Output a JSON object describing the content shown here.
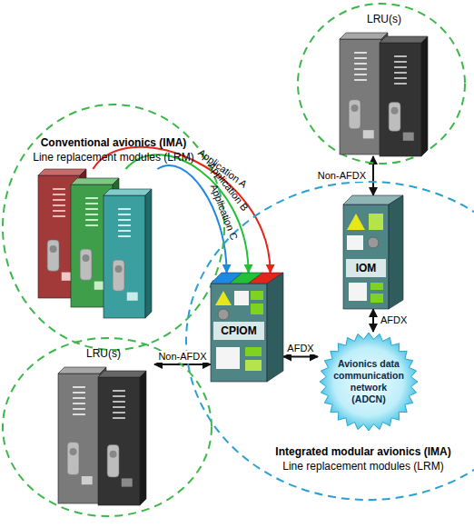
{
  "diagram": {
    "nodes": [
      {
        "text": [
          "LRU(s)"
        ]
      },
      {
        "text": [
          "Conventional avionics (IMA)",
          "Line replacement modules (LRM)"
        ]
      },
      {
        "text": [
          "Integrated modular avionics (IMA)",
          "Line replacement modules (LRM)"
        ]
      },
      {
        "text": [
          "IOM"
        ],
        "in": 2
      },
      {
        "text": [
          "CPIOM"
        ],
        "in": 2
      },
      {
        "text": [
          "Avionics data communication network (ADCN)"
        ],
        "in": 2
      },
      {
        "text": [
          "LRU(s)"
        ]
      }
    ],
    "edges": [
      {
        "from": 0,
        "to": 3,
        "label": "Non-AFDX",
        "arrow": "both"
      },
      {
        "from": 1,
        "to": 4,
        "label": "Application A",
        "arrow": "to"
      },
      {
        "from": 1,
        "to": 4,
        "label": "Application B",
        "arrow": "to"
      },
      {
        "from": 1,
        "to": 4,
        "label": "Application C",
        "arrow": "to"
      },
      {
        "from": 6,
        "to": 4,
        "label": "Non-AFDX",
        "arrow": "both"
      },
      {
        "from": 4,
        "to": 5,
        "label": "AFDX",
        "arrow": "both"
      },
      {
        "from": 3,
        "to": 5,
        "label": "AFDX",
        "arrow": "both"
      }
    ]
  }
}
